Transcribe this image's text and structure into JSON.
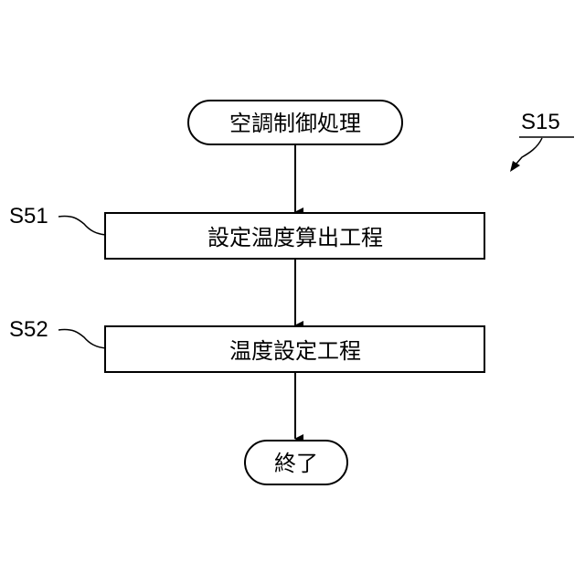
{
  "flowchart": {
    "figure_ref": "S15",
    "start": "空調制御処理",
    "steps": [
      {
        "ref": "S51",
        "label": "設定温度算出工程"
      },
      {
        "ref": "S52",
        "label": "温度設定工程"
      }
    ],
    "end": "終了"
  }
}
